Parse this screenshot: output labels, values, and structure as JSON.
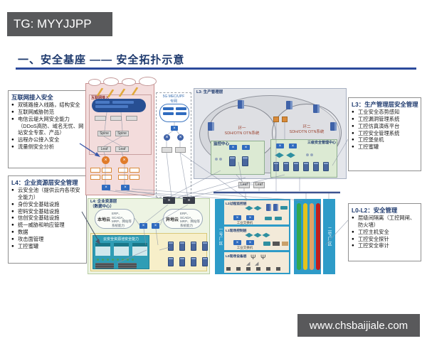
{
  "header": {
    "tag_label": "TG: MYYJJPP"
  },
  "title": {
    "text": "一、安全基座 —— 安全拓扑示意"
  },
  "watermark": {
    "text": "www.chsbaijiale.com"
  },
  "panels": {
    "internet_access": {
      "title": "互联网接入安全",
      "bullets": [
        "双链路接入线路，结构安全",
        "互联网威胁防范",
        "电信云堤大网安全能力（DDoS高防、域名无忧、网站安全专家、产品）",
        "远程办公接入安全",
        "流量侧安全分析"
      ]
    },
    "l4": {
      "title": "L4：企业资源层安全管理",
      "bullets": [
        "云安全池（提供云内各项安全能力）",
        "身份安全基础设施",
        "密码安全基础设施",
        "信创安全基础设施",
        "统一威胁和响应管理",
        "数据",
        "攻击面管理",
        "工控蜜罐"
      ]
    },
    "l3": {
      "title": "L3：生产管理层安全管理",
      "bullets": [
        "工业安全态势感知",
        "工控漏洞管理系统",
        "工控仿真演练平台",
        "工控安全管理系统",
        "工控堡垒机",
        "工控蜜罐"
      ]
    },
    "l0l2": {
      "title": "L0-L2：安全管理",
      "bullets": [
        "层级间隔离（工控网闸、防火墙）",
        "工控主机安全",
        "工控安全探针",
        "工控安全审计"
      ]
    }
  },
  "diagram": {
    "internet_zone": {
      "label": "互联网接入"
    },
    "mec_zone": {
      "label_line1": "5G MEC/UPF",
      "label_line2": "专网"
    },
    "production_zone": {
      "label": "L3: 生产管理层",
      "ring1_name": "环一",
      "ring1_system": "SDH/OTN OTN系统",
      "ring2_name": "环二",
      "ring2_system": "SDH/OTN OTN系统"
    },
    "monitor_center": {
      "label": "监控中心"
    },
    "security_center": {
      "label": "三级安全管理中心"
    },
    "enterprise_zone": {
      "label_line1": "L4: 企业资源层",
      "label_line2": "（数据中心）",
      "cloud_local": "本地云",
      "cloud_remote": "异地云",
      "cloud_systems": "ERP、SCADA、MRP、网站等系统能力",
      "pool_title": "云安全资源池安全能力"
    },
    "plant1": {
      "label": "一号厂区",
      "band_l2": "L2过程监控层",
      "band_l1": "L1现场控制层",
      "band_l0": "L0现场设备层",
      "switch_label": "工业交换机"
    },
    "plant2": {
      "label": "二号厂区"
    },
    "devices": {
      "spine": "Spine",
      "leaf": "Leaf"
    }
  },
  "colors": {
    "accent_navy": "#1e3a6e",
    "rule_blue": "#2c4a9c",
    "zone_teal": "#2e9bc8",
    "bar_green": "#2fa84f",
    "bar_yellow": "#e4c31c",
    "bar_tan": "#dfa267",
    "bar_red": "#bf1e1e"
  }
}
